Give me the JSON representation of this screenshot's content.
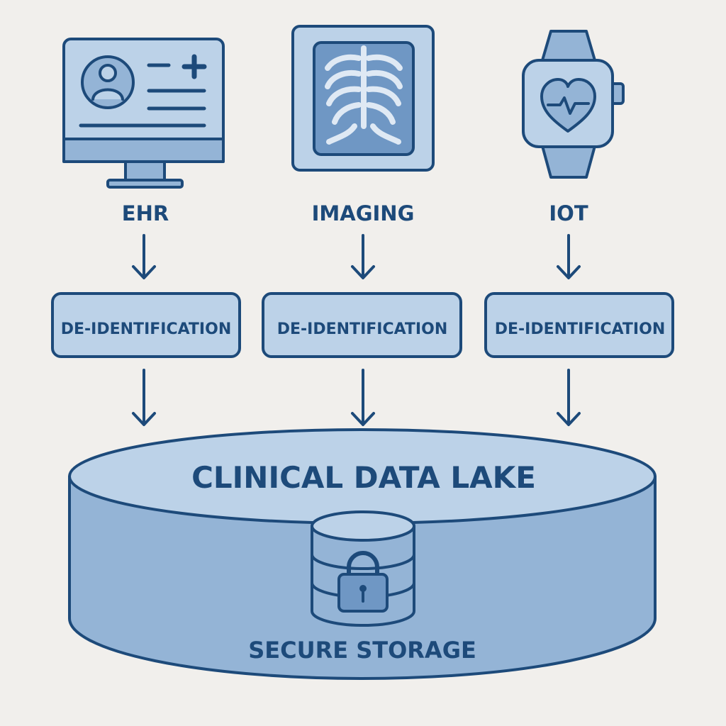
{
  "sources": [
    {
      "label": "EHR",
      "icon": "monitor-patient-record-icon"
    },
    {
      "label": "IMAGING",
      "icon": "chest-xray-icon"
    },
    {
      "label": "IOT",
      "icon": "smartwatch-heart-icon"
    }
  ],
  "process_boxes": [
    {
      "label": "DE-IDENTIFICATION"
    },
    {
      "label": "DE-IDENTIFICATION"
    },
    {
      "label": "DE-IDENTIFICATION"
    }
  ],
  "lake": {
    "title": "CLINICAL DATA LAKE",
    "storage_label": "SECURE STORAGE",
    "icon": "locked-database-icon"
  },
  "colors": {
    "stroke": "#1d4a7a",
    "fill_light": "#bcd2e8",
    "fill_mid": "#94b4d6",
    "fill_dark": "#6f97c4",
    "background": "#f1efec"
  }
}
